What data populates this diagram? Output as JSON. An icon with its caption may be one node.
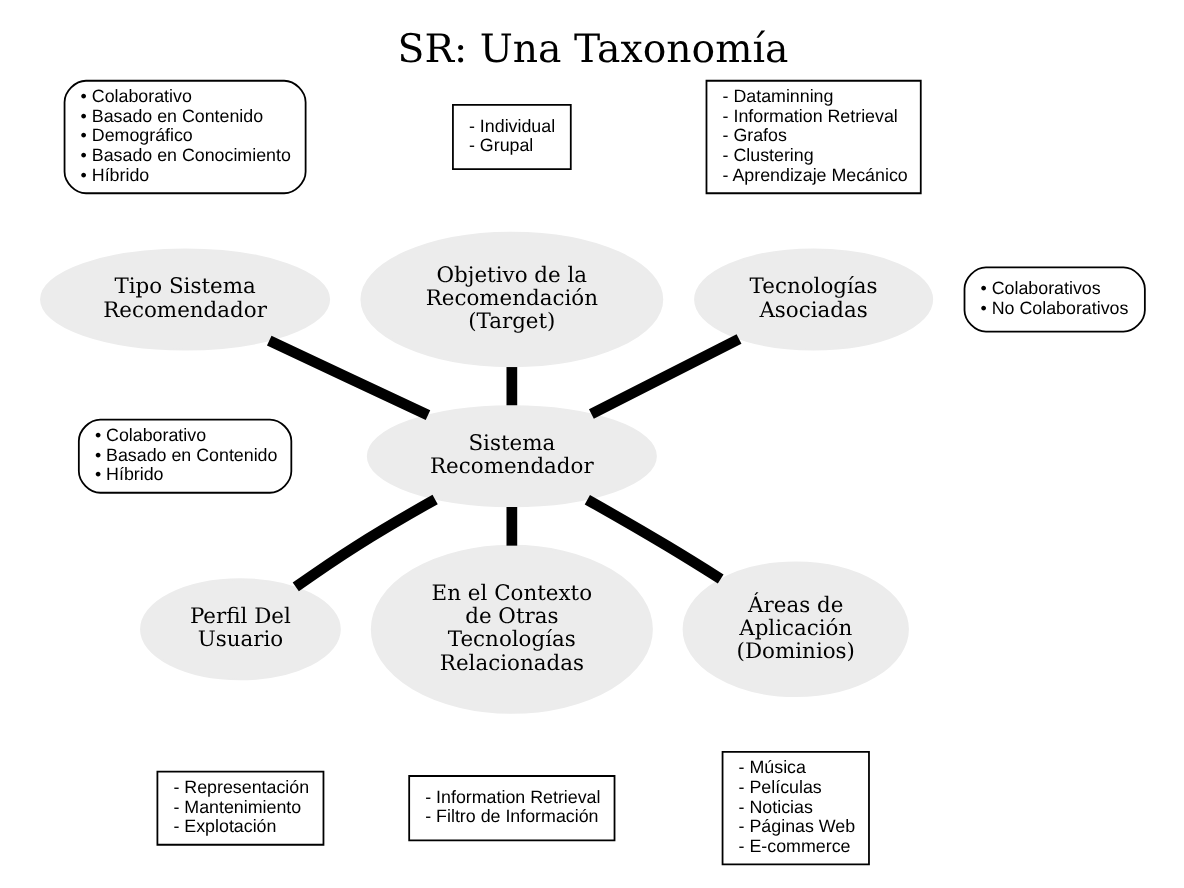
{
  "diagram": {
    "title": "SR: Una Taxonomía",
    "nodes": [
      {
        "text": [
          "• Colaborativo",
          "• Basado en Contenido",
          "• Demográfico",
          "• Basado en Conocimiento",
          "• Híbrido"
        ]
      },
      {
        "text": [
          "- Individual",
          "- Grupal"
        ]
      },
      {
        "text": [
          "Objetivo de la Recomendación (Target)"
        ]
      },
      {
        "text": [
          "- Dataminning",
          "- Information Retrieval",
          "- Grafos",
          "- Clustering",
          "- Aprendizaje Mecánico"
        ]
      },
      {
        "text": [
          "Tipo Sistema Recomendador"
        ]
      },
      {
        "text": [
          "• Colaborativos",
          "• No Colaborativos"
        ]
      },
      {
        "text": [
          "Tecnologías Asociadas"
        ]
      },
      {
        "text": [
          "• Colaborativo",
          "• Basado en Contenido",
          "• Híbrido"
        ]
      },
      {
        "text": [
          "Sistema Recomendador"
        ]
      },
      {
        "text": [
          "Perfil Del Usuario"
        ]
      },
      {
        "text": [
          "Áreas de Aplicación (Dominios)"
        ]
      },
      {
        "text": [
          "- Representación",
          "- Mantenimiento",
          "- Explotación"
        ]
      },
      {
        "text": [
          "En el Contexto de Otras Tecnologías Relacionadas"
        ]
      },
      {
        "text": [
          "- Música",
          "- Películas",
          "- Noticias",
          "- Páginas Web",
          "- E-commerce"
        ]
      },
      {
        "text": [
          "- Information Retrieval",
          "- Filtro de Información"
        ]
      }
    ],
    "edges": [
      {
        "from": 8,
        "to": 2,
        "arrow": "none"
      },
      {
        "from": 8,
        "to": 6,
        "arrow": "none"
      },
      {
        "from": 8,
        "to": 4,
        "arrow": "none"
      },
      {
        "from": 8,
        "to": 10,
        "arrow": "none"
      },
      {
        "from": 8,
        "to": 9,
        "arrow": "none"
      },
      {
        "from": 8,
        "to": 12,
        "arrow": "none"
      }
    ]
  }
}
